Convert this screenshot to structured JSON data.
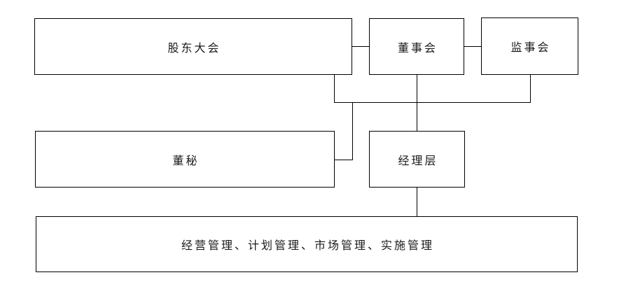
{
  "diagram": {
    "type": "org-chart",
    "background_color": "#ffffff",
    "line_color": "#000000",
    "text_color": "#1a1a1a",
    "nodes": {
      "shareholders_meeting": {
        "label": "股东大会"
      },
      "board_of_directors": {
        "label": "董事会"
      },
      "supervisory_board": {
        "label": "监事会"
      },
      "board_secretary": {
        "label": "董秘"
      },
      "management_level": {
        "label": "经理层"
      },
      "management_functions": {
        "label": "经营管理、计划管理、市场管理、实施管理"
      }
    },
    "edges": [
      {
        "from": "shareholders_meeting",
        "to": "board_of_directors",
        "style": "horizontal"
      },
      {
        "from": "board_of_directors",
        "to": "supervisory_board",
        "style": "horizontal"
      },
      {
        "from": "shareholders_meeting",
        "to": "connector_bus",
        "style": "vertical-drop"
      },
      {
        "from": "board_of_directors",
        "to": "connector_bus",
        "style": "vertical-drop"
      },
      {
        "from": "supervisory_board",
        "to": "connector_bus",
        "style": "vertical-drop"
      },
      {
        "from": "connector_bus",
        "to": "board_secretary",
        "style": "elbow"
      },
      {
        "from": "connector_bus",
        "to": "management_level",
        "style": "vertical-drop"
      },
      {
        "from": "management_level",
        "to": "management_functions",
        "style": "vertical-drop"
      }
    ]
  }
}
